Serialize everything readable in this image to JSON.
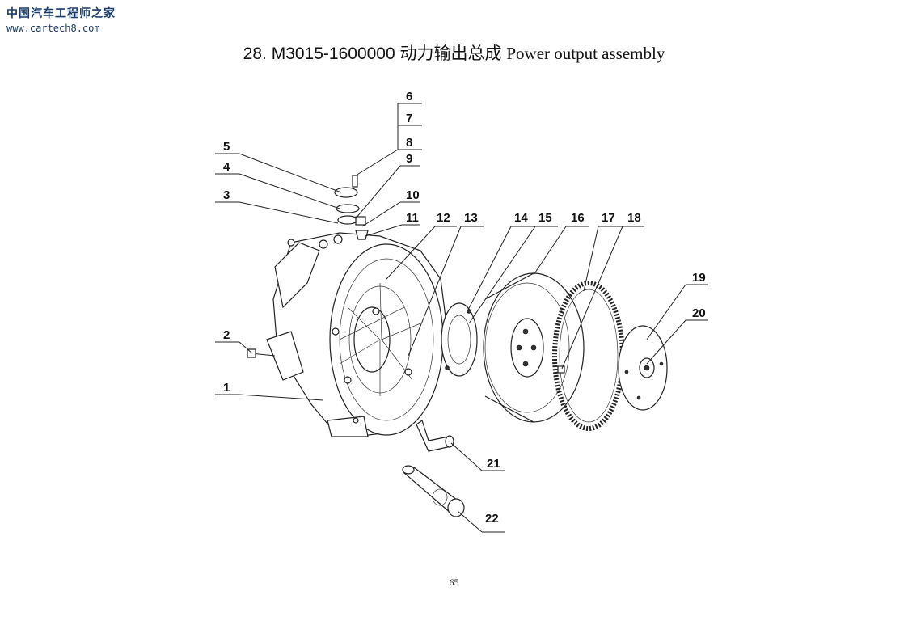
{
  "watermark": {
    "cn": "中国汽车工程师之家",
    "url": "www.cartech8.com"
  },
  "title": {
    "number": "28.",
    "code": "M3015-1600000",
    "cn": "动力输出总成",
    "en": "Power output assembly"
  },
  "callouts": [
    "1",
    "2",
    "3",
    "4",
    "5",
    "6",
    "7",
    "8",
    "9",
    "10",
    "11",
    "12",
    "13",
    "14",
    "15",
    "16",
    "17",
    "18",
    "19",
    "20",
    "21",
    "22"
  ],
  "page_number": "65"
}
